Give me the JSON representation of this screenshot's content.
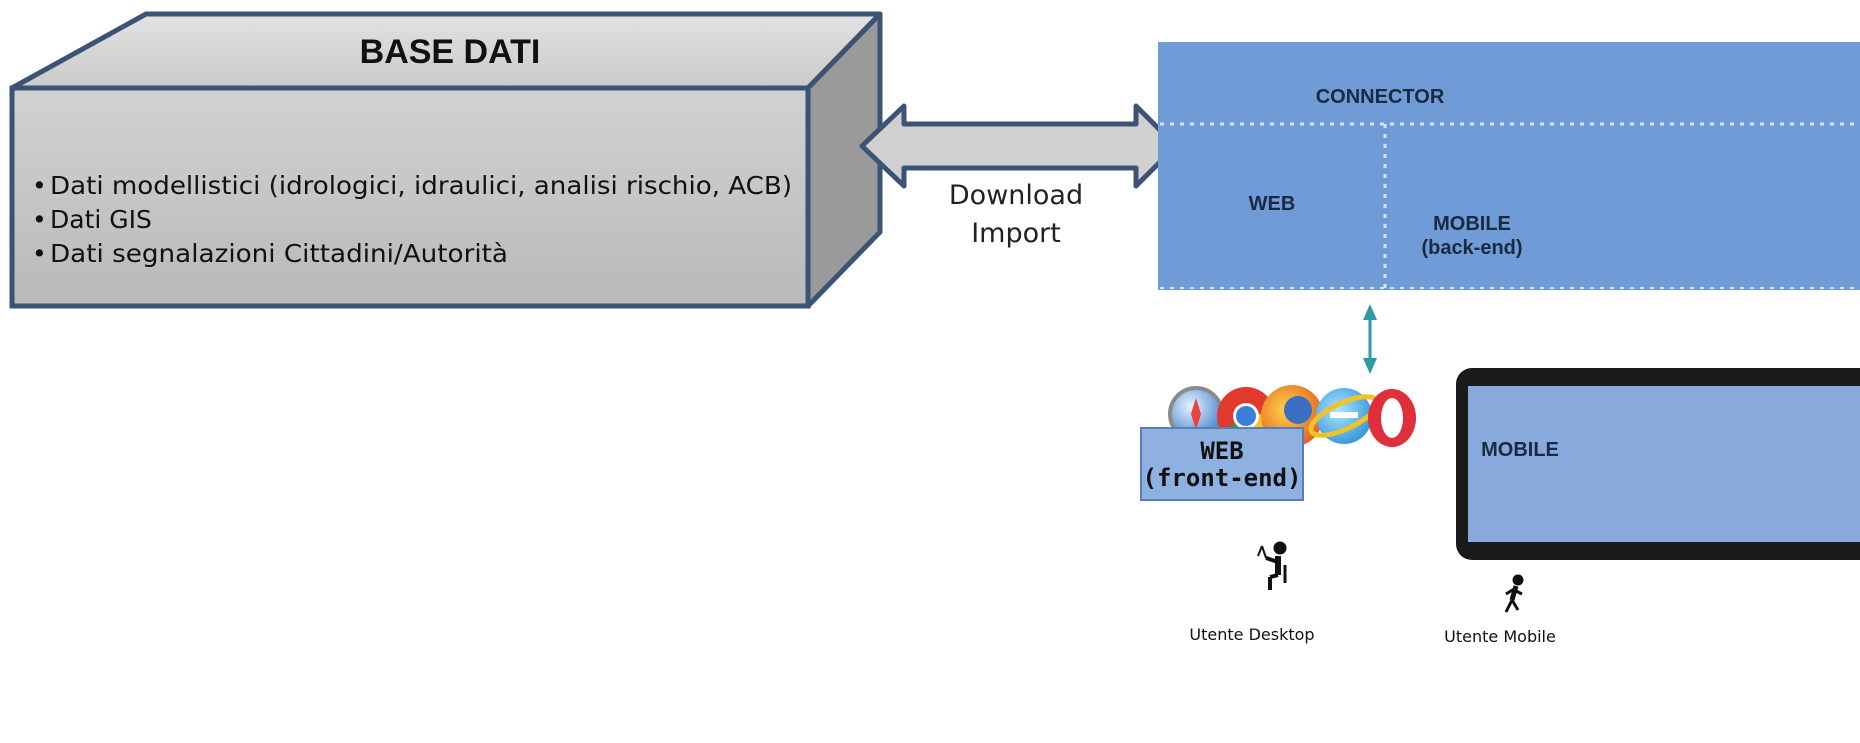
{
  "database": {
    "title": "BASE DATI",
    "items": [
      "Dati modellistici (idrologici, idraulici, analisi rischio, ACB)",
      "Dati GIS",
      "Dati segnalazioni Cittadini/Autorità"
    ]
  },
  "transfer": {
    "line1": "Download",
    "line2": "Import"
  },
  "server": {
    "connector": "CONNECTOR",
    "web": "WEB",
    "mobile_line1": "MOBILE",
    "mobile_line2": "(back-end)"
  },
  "clients": {
    "web_front_line1": "WEB",
    "web_front_line2": "(front-end)",
    "mobile_device": "MOBILE",
    "desktop_user": "Utente Desktop",
    "mobile_user": "Utente Mobile"
  },
  "colors": {
    "box_gray": "#c8c8c8",
    "box_border": "#3b5375",
    "server_blue": "#6f9bd6",
    "arrow_fill": "#d0d0d0",
    "teal_arrow": "#2e9aa6"
  },
  "icons": [
    "browser-icons",
    "tablet-icon",
    "desktop-user-icon",
    "mobile-user-icon"
  ]
}
